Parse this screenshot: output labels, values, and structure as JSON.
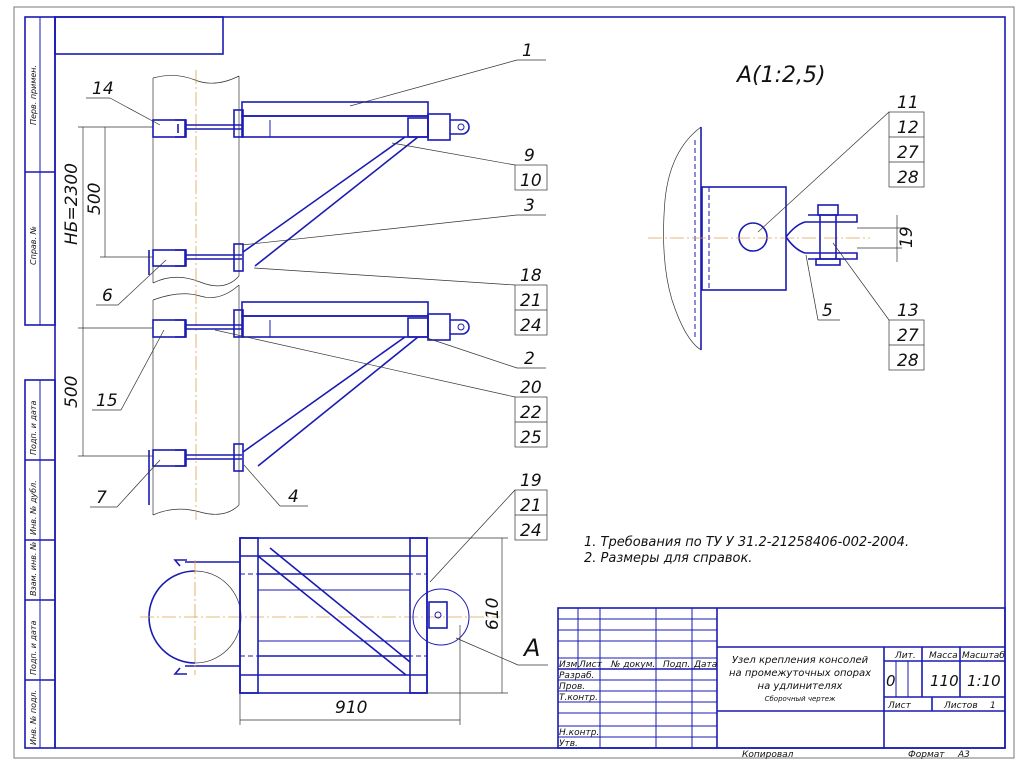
{
  "stamps": {
    "perv_primen": "Перв. примен.",
    "sprav_no": "Справ. №",
    "podp_data_1": "Подп. и дата",
    "inv_dubl": "Инв. № дубл.",
    "vzam_inv": "Взам. инв. №",
    "podp_data_2": "Подп. и дата",
    "inv_podl": "Инв. № подл."
  },
  "balloons": {
    "b1": "1",
    "b14": "14",
    "b9": "9",
    "b10": "10",
    "b3": "3",
    "b6": "6",
    "b18": "18",
    "b21a": "21",
    "b24a": "24",
    "b2": "2",
    "b15": "15",
    "b20": "20",
    "b22": "22",
    "b25": "25",
    "b7": "7",
    "b4": "4",
    "b19": "19",
    "b21b": "21",
    "b24b": "24",
    "b11": "11",
    "b12": "12",
    "b27a": "27",
    "b28a": "28",
    "b5": "5",
    "b13": "13",
    "b27b": "27",
    "b28b": "28"
  },
  "dimensions": {
    "hb": "НБ=2300",
    "d500a": "500",
    "d500b": "500",
    "d610": "610",
    "d910": "910",
    "d19": "19"
  },
  "views": {
    "detail_label": "А(1:2,5)",
    "detail_marker": "А"
  },
  "notes": [
    "1. Требования по ТУ У 31.2-21258406-002-2004.",
    "2. Размеры для справок."
  ],
  "title_block": {
    "cols": [
      "Изм.",
      "Лист",
      "№ докум.",
      "Подп.",
      "Дата"
    ],
    "rows": [
      "Разраб.",
      "Пров.",
      "Т.контр.",
      "Н.контр.",
      "Утв."
    ],
    "title_lines": [
      "Узел крепления консолей",
      "на промежуточных опорах",
      "на удлинителях"
    ],
    "doc_type": "Сборочный чертеж",
    "lit_label": "Лит.",
    "mass_label": "Масса",
    "scale_label": "Масштаб",
    "lit_value": "0",
    "mass_value": "110",
    "scale_value": "1:10",
    "sheet_label": "Лист",
    "sheets_label": "Листов",
    "sheets_value": "1",
    "copied": "Копировал",
    "format_label": "Формат",
    "format_value": "А3"
  }
}
